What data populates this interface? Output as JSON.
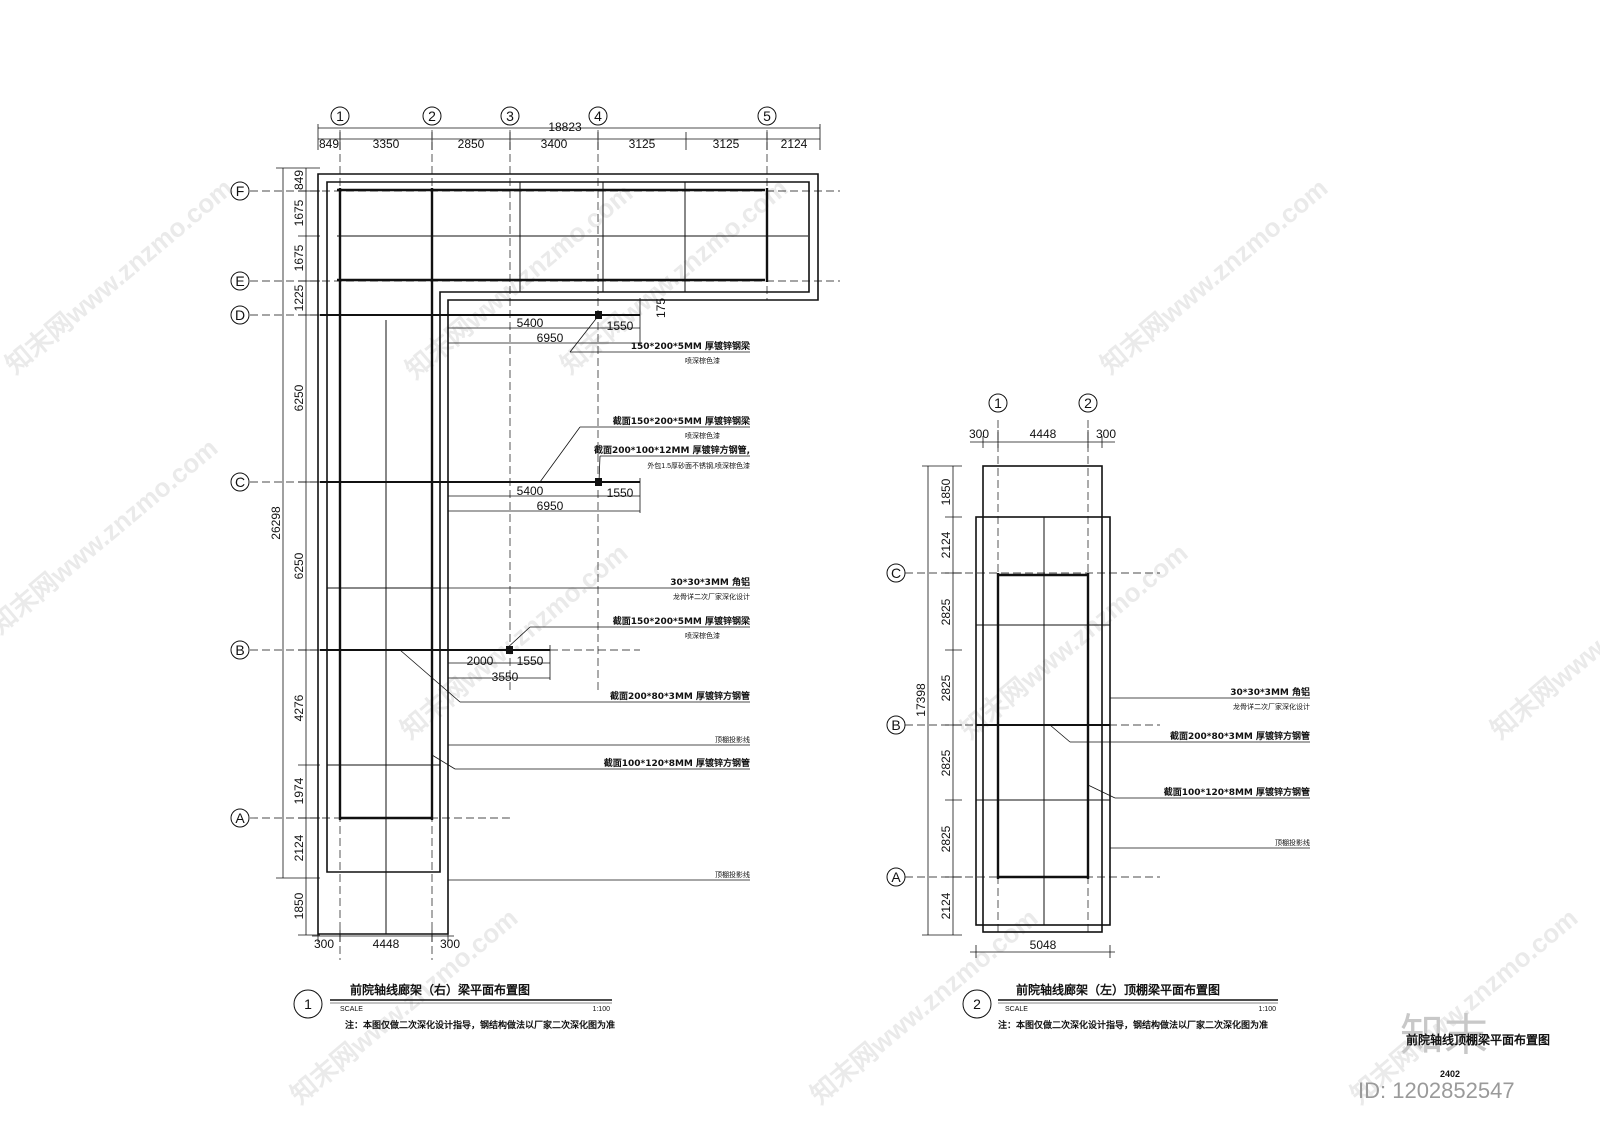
{
  "watermark": {
    "text": "知末网www.znzmo.com",
    "id_label": "ID: 1202852547",
    "logo": "知末"
  },
  "plan1": {
    "top_axes": [
      "1",
      "2",
      "3",
      "4",
      "5"
    ],
    "total_width": "18823",
    "top_dims": [
      "849",
      "3350",
      "2850",
      "3400",
      "3125",
      "3125",
      "2124"
    ],
    "row_axes": [
      "F",
      "E",
      "D",
      "C",
      "B",
      "A"
    ],
    "total_height": "26298",
    "left_dims": [
      "849",
      "1675",
      "1675",
      "1225",
      "6250",
      "6250",
      "4276",
      "1974",
      "2124",
      "1850"
    ],
    "bottom_dims": [
      "300",
      "4448",
      "300"
    ],
    "dims_d": [
      "5400",
      "1550",
      "6950"
    ],
    "dim_175": "175",
    "dims_c": [
      "5400",
      "1550",
      "6950"
    ],
    "dims_b": [
      "2000",
      "1550",
      "3550"
    ],
    "notes": [
      "150*200*5MM 厚镀锌钢梁",
      "喷深棕色漆",
      "截面150*200*5MM 厚镀锌钢梁",
      "喷深棕色漆",
      "截面200*100*12MM 厚镀锌方钢管,",
      "外包1.5厚砂面不锈钢,喷深棕色漆",
      "30*30*3MM 角铝",
      "龙骨详二次厂家深化设计",
      "截面150*200*5MM 厚镀锌钢梁",
      "喷深棕色漆",
      "截面200*80*3MM 厚镀锌方钢管",
      "顶棚投影线",
      "截面100*120*8MM 厚镀锌方钢管",
      "顶棚投影线"
    ],
    "title_num": "1",
    "title": "前院轴线廊架（右）梁平面布置图",
    "scale_label": "SCALE",
    "scale": "1:100",
    "footnote": "注：本图仅做二次深化设计指导，钢结构做法以厂家二次深化图为准"
  },
  "plan2": {
    "top_axes": [
      "1",
      "2"
    ],
    "top_dims": [
      "300",
      "4448",
      "300"
    ],
    "row_axes": [
      "C",
      "B",
      "A"
    ],
    "total_height": "17398",
    "left_dims": [
      "1850",
      "2124",
      "2825",
      "2825",
      "2825",
      "2825",
      "2124"
    ],
    "bottom_dim": "5048",
    "notes": [
      "30*30*3MM 角铝",
      "龙骨详二次厂家深化设计",
      "截面200*80*3MM 厚镀锌方钢管",
      "截面100*120*8MM 厚镀锌方钢管",
      "顶棚投影线"
    ],
    "title_num": "2",
    "title": "前院轴线廊架（左）顶棚梁平面布置图",
    "scale_label": "SCALE",
    "scale": "1:100",
    "footnote": "注：本图仅做二次深化设计指导，钢结构做法以厂家二次深化图为准"
  },
  "sheet": {
    "title": "前院轴线顶棚梁平面布置图",
    "number": "2402"
  }
}
